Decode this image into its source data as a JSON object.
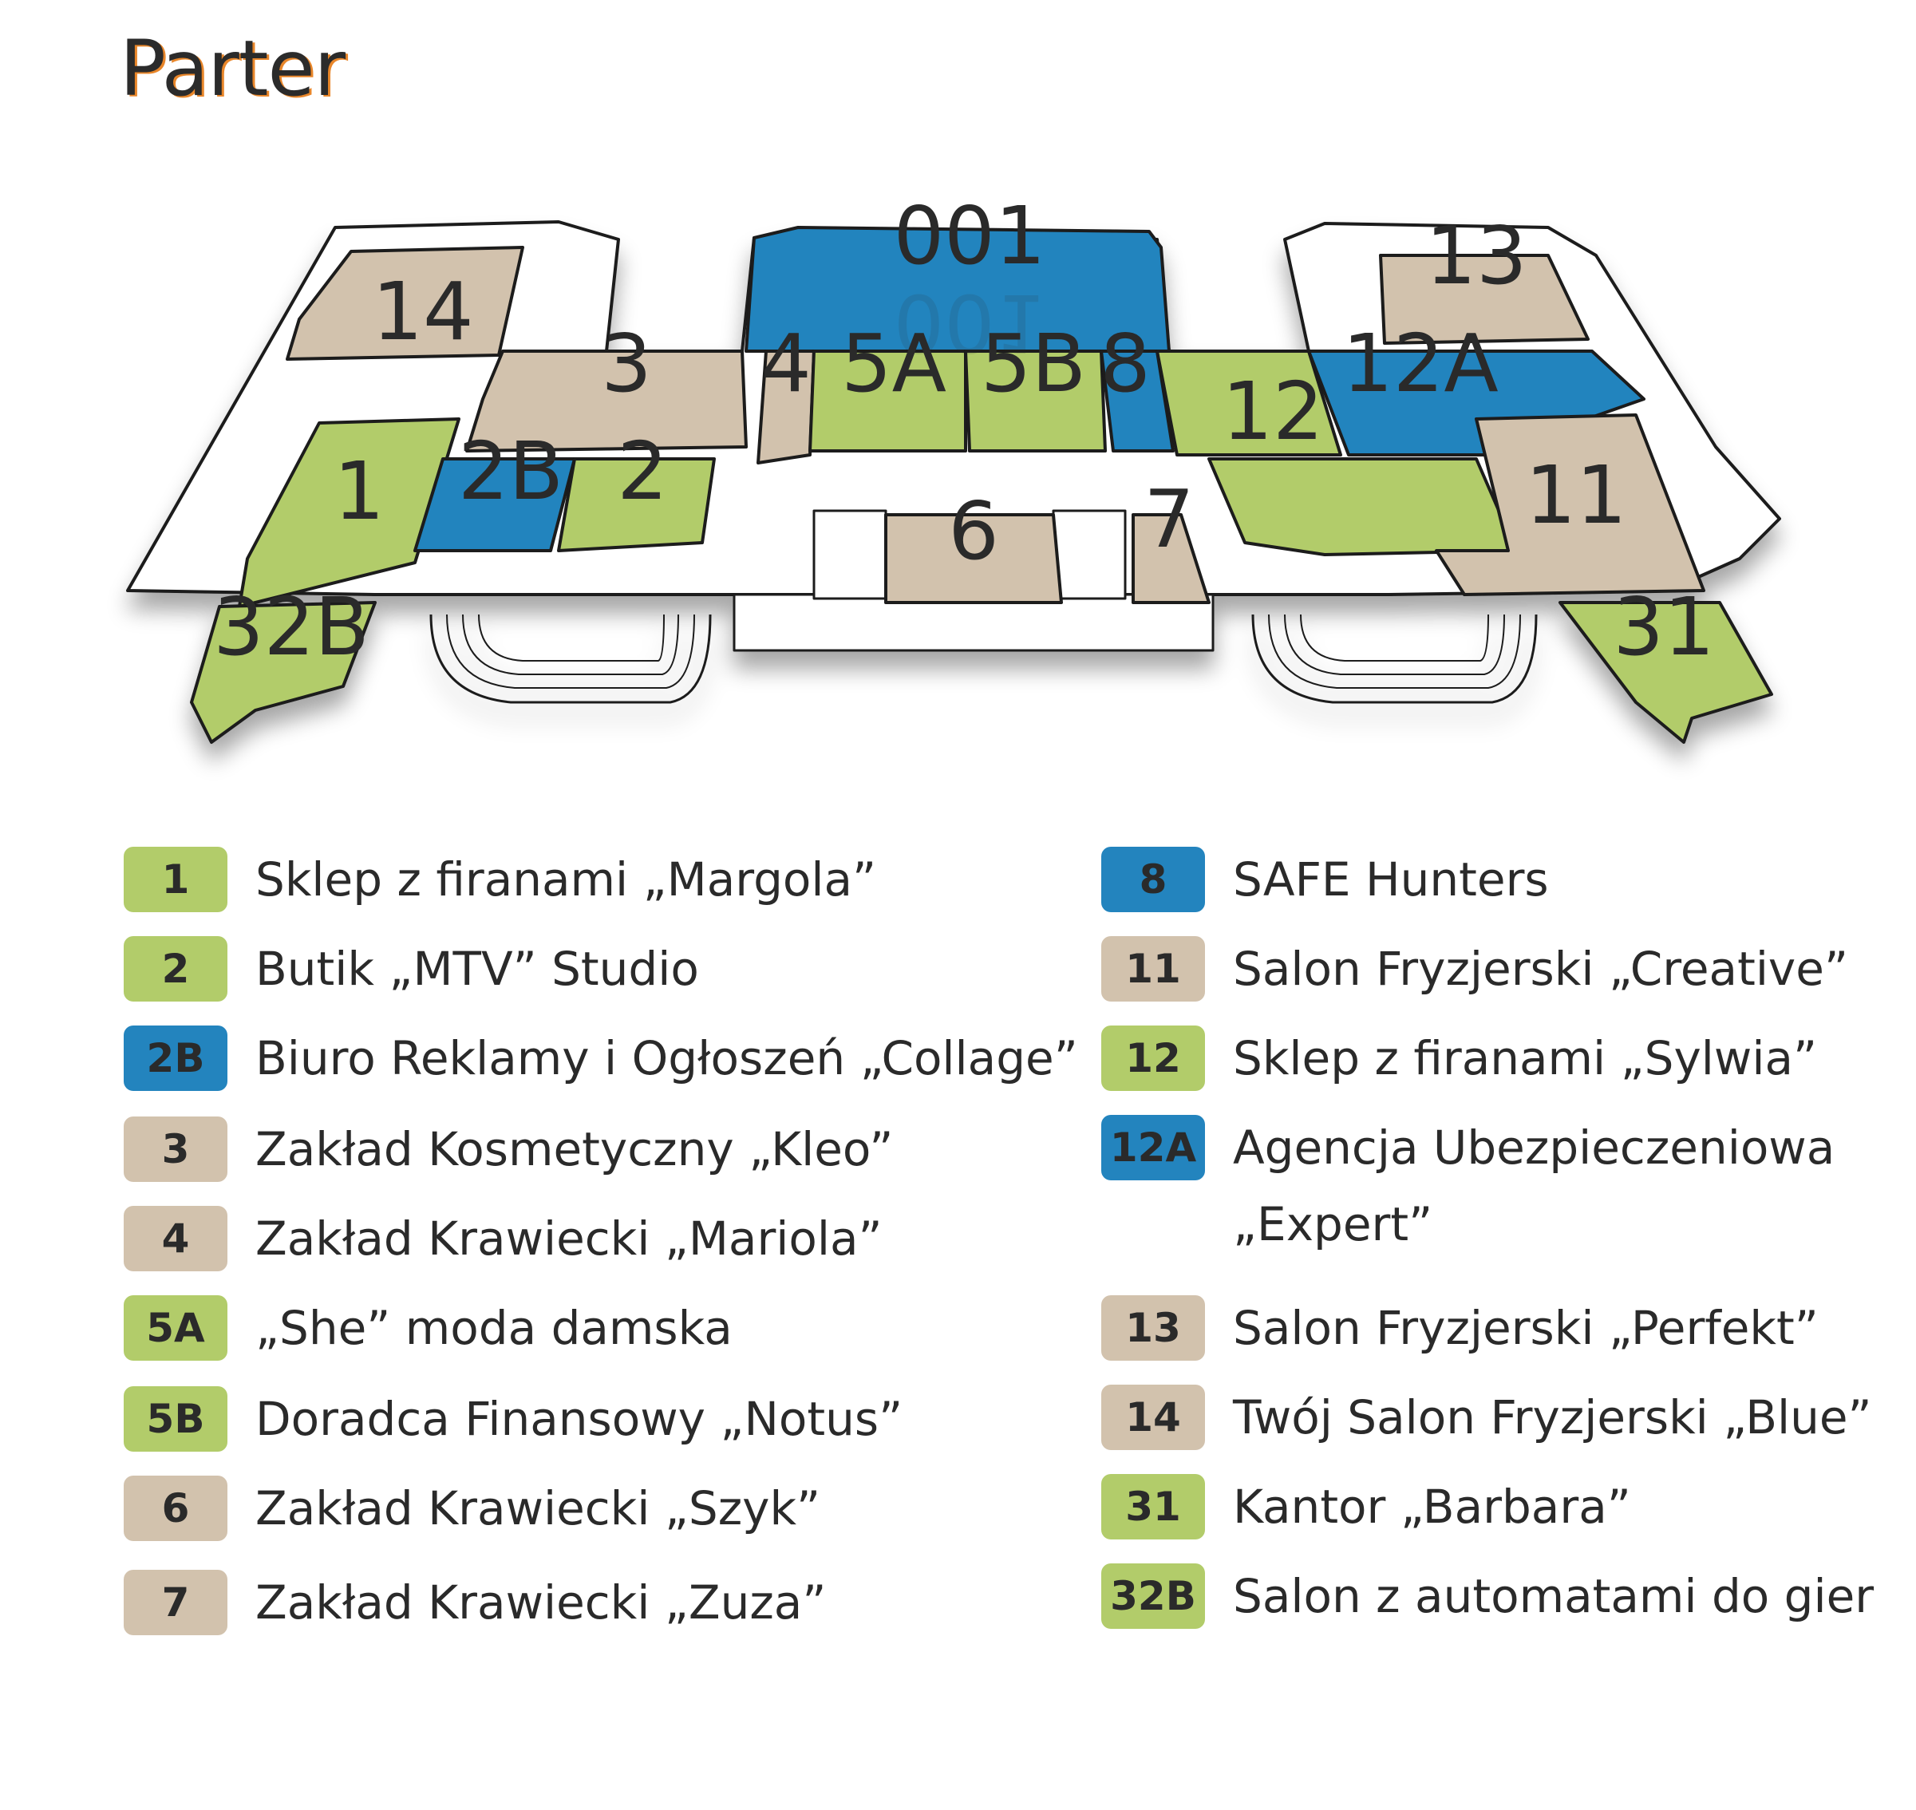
{
  "title": "Parter",
  "colors": {
    "green": "#b2cc6a",
    "blue": "#2384be",
    "beige": "#d2c2ad",
    "outline": "#1a1a1a",
    "title_accent": "#e8862a"
  },
  "rooms": {
    "r001": "001",
    "r14": "14",
    "r3": "3",
    "r4": "4",
    "r5a": "5A",
    "r5b": "5B",
    "r8": "8",
    "r12": "12",
    "r12a": "12A",
    "r13": "13",
    "r1": "1",
    "r2b": "2B",
    "r2": "2",
    "r6": "6",
    "r7": "7",
    "r11": "11",
    "r32b": "32B",
    "r31": "31"
  },
  "legend": {
    "left": [
      {
        "code": "1",
        "color": "green",
        "name": "Sklep z firanami „Margola”"
      },
      {
        "code": "2",
        "color": "green",
        "name": "Butik „MTV” Studio"
      },
      {
        "code": "2B",
        "color": "blue",
        "name": "Biuro Reklamy i Ogłoszeń „Collage”"
      },
      {
        "code": "3",
        "color": "beige",
        "name": "Zakład Kosmetyczny „Kleo”"
      },
      {
        "code": "4",
        "color": "beige",
        "name": "Zakład Krawiecki „Mariola”"
      },
      {
        "code": "5A",
        "color": "green",
        "name": "„She” moda damska"
      },
      {
        "code": "5B",
        "color": "green",
        "name": "Doradca Finansowy „Notus”"
      },
      {
        "code": "6",
        "color": "beige",
        "name": "Zakład Krawiecki „Szyk”"
      },
      {
        "code": "7",
        "color": "beige",
        "name": "Zakład Krawiecki „Zuza”"
      }
    ],
    "right": [
      {
        "code": "8",
        "color": "blue",
        "name": "SAFE Hunters"
      },
      {
        "code": "11",
        "color": "beige",
        "name": "Salon Fryzjerski „Creative”"
      },
      {
        "code": "12",
        "color": "green",
        "name": "Sklep z firanami „Sylwia”"
      },
      {
        "code": "12A",
        "color": "blue",
        "name": "Agencja Ubezpieczeniowa",
        "name_cont": "„Expert”"
      },
      {
        "code": "13",
        "color": "beige",
        "name": "Salon Fryzjerski „Perfekt”"
      },
      {
        "code": "14",
        "color": "beige",
        "name": "Twój Salon Fryzjerski „Blue”"
      },
      {
        "code": "31",
        "color": "green",
        "name": "Kantor „Barbara”"
      },
      {
        "code": "32B",
        "color": "green",
        "name": "Salon z automatami do gier"
      }
    ]
  }
}
